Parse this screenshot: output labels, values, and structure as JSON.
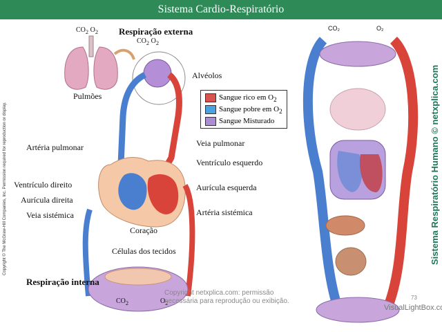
{
  "header": {
    "title": "Sistema Cardio-Respiratório"
  },
  "labels": {
    "respiracao_externa": "Respiração externa",
    "respiracao_interna": "Respiração interna",
    "pulmoes": "Pulmões",
    "alveolos": "Alvéolos",
    "arteria_pulmonar": "Artéria pulmonar",
    "veia_pulmonar": "Veia pulmonar",
    "ventriculo_esquerdo": "Ventrículo esquerdo",
    "ventriculo_direito": "Ventrículo direito",
    "auricula_esquerda": "Aurícula esquerda",
    "auricula_direita": "Aurícula direita",
    "veia_sistemica": "Veia sistémica",
    "arteria_sistemica": "Artéria sistémica",
    "coracao": "Coração",
    "celulas_tecidos": "Células dos tecidos",
    "co2": "CO",
    "o2": "O",
    "sub2": "2"
  },
  "legend": {
    "items": [
      {
        "label": "Sangue rico em O",
        "sub": "2",
        "color": "#d9534f"
      },
      {
        "label": "Sangue pobre em O",
        "sub": "2",
        "color": "#4aa3df"
      },
      {
        "label": "Sangue Misturado",
        "sub": "",
        "color": "#a98fd0"
      }
    ]
  },
  "side_text": "Sistema Respiratório Humano © netxplica.com",
  "copyright_left": "Copyright © The McGraw-Hill Companies, Inc. Permission required for reproduction or display.",
  "watermark": {
    "line1": "Copyright netxplica.com: permissão",
    "line2": "necessária para reprodução ou exibição."
  },
  "page_number": "73",
  "footer_brand": "VisualLightBox.com",
  "colors": {
    "title_bar": "#2e8b57",
    "oxygen_rich": "#d9534f",
    "oxygen_poor": "#4aa3df",
    "mixed": "#a98fd0"
  }
}
